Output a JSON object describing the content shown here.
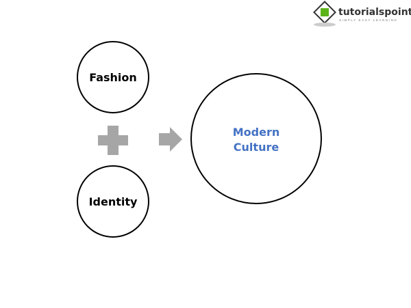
{
  "logo": {
    "name": "tutorialspoint",
    "tagline": "SIMPLY EASY LEARNING"
  },
  "nodes": {
    "fashion": "Fashion",
    "identity": "Identity",
    "result_line1": "Modern",
    "result_line2": "Culture"
  },
  "colors": {
    "result_text": "#4472c4",
    "operator": "#a6a6a6",
    "stroke": "#000000",
    "logo_green": "#5bb318"
  }
}
